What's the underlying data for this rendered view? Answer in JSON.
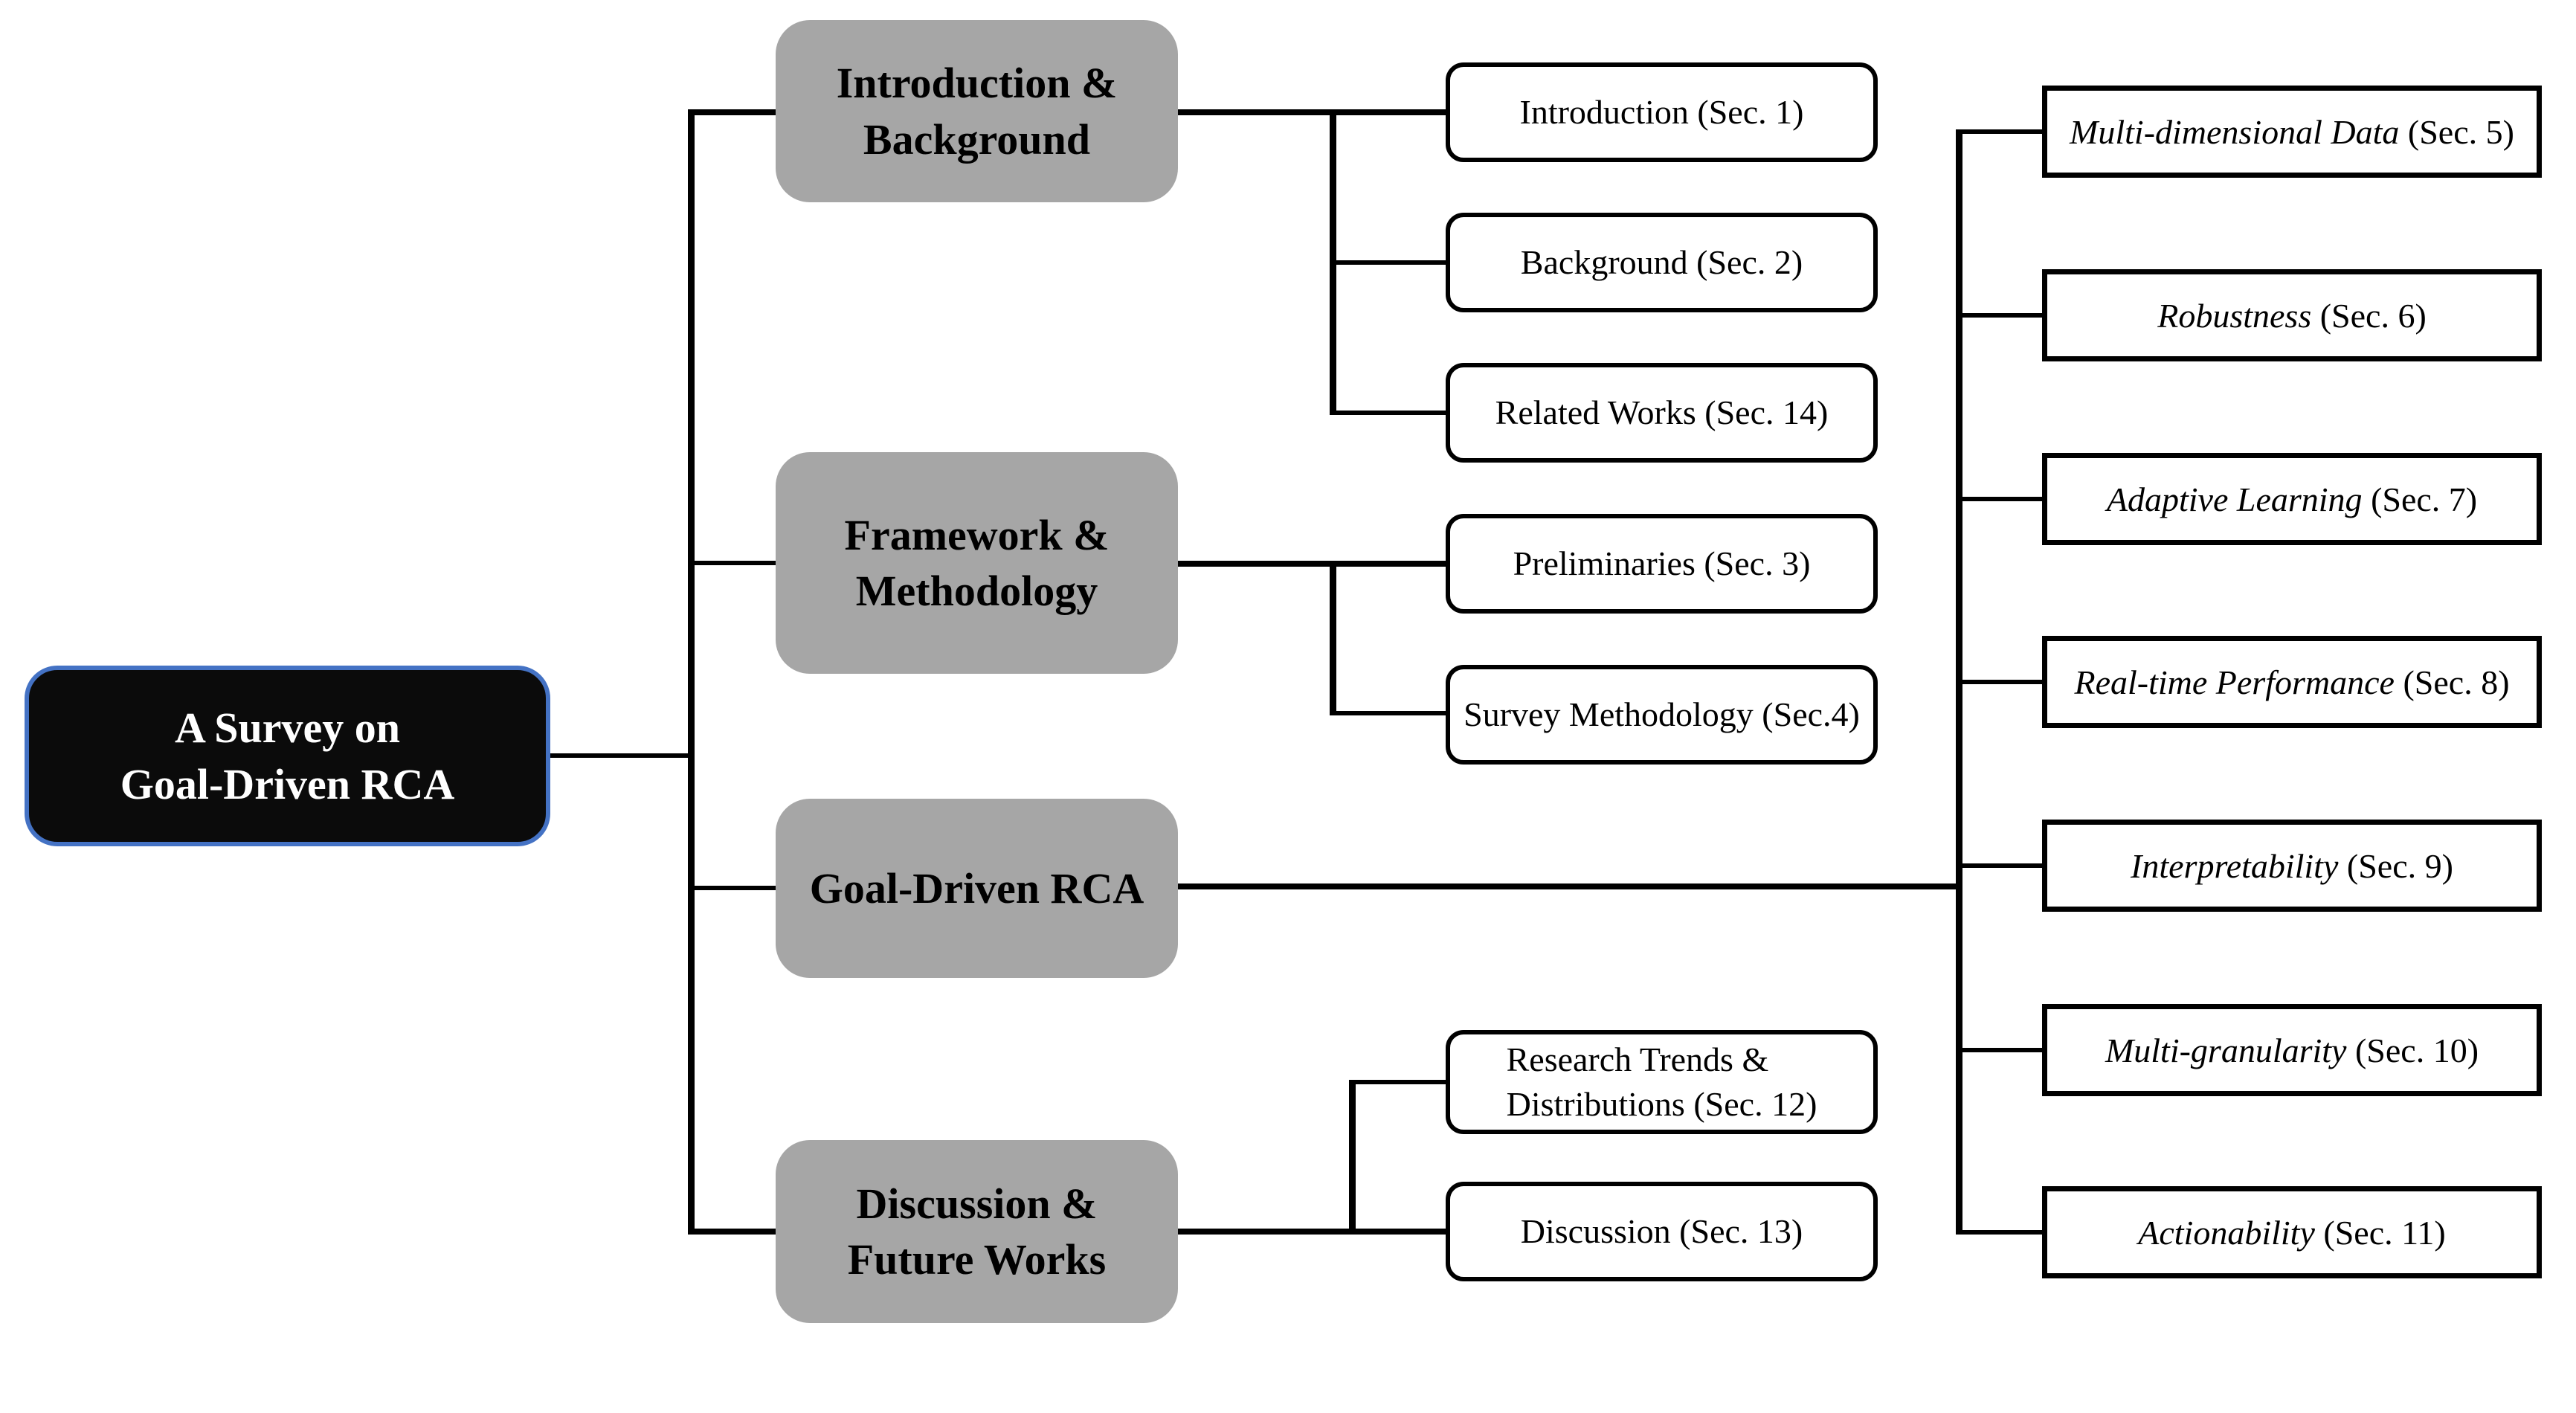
{
  "diagram": {
    "title_node": {
      "label": "A Survey on\nGoal-Driven RCA"
    },
    "categories": [
      {
        "label": "Introduction &\nBackground"
      },
      {
        "label": "Framework &\nMethodology"
      },
      {
        "label": "Goal-Driven RCA"
      },
      {
        "label": "Discussion &\nFuture Works"
      }
    ],
    "sections": [
      {
        "label": "Introduction (Sec. 1)"
      },
      {
        "label": "Background (Sec. 2)"
      },
      {
        "label": "Related Works (Sec. 14)"
      },
      {
        "label": "Preliminaries (Sec. 3)"
      },
      {
        "label": "Survey Methodology (Sec.4)"
      },
      {
        "label": "Research Trends &\nDistributions (Sec. 12)"
      },
      {
        "label": "Discussion (Sec. 13)"
      }
    ],
    "goals": [
      {
        "name": "Multi-dimensional Data",
        "sec": " (Sec. 5)"
      },
      {
        "name": "Robustness",
        "sec": " (Sec. 6)"
      },
      {
        "name": "Adaptive Learning",
        "sec": " (Sec. 7)"
      },
      {
        "name": "Real-time Performance",
        "sec": " (Sec. 8)"
      },
      {
        "name": "Interpretability",
        "sec": " (Sec. 9)"
      },
      {
        "name": "Multi-granularity",
        "sec": " (Sec. 10)"
      },
      {
        "name": "Actionability",
        "sec": " (Sec. 11)"
      }
    ],
    "colors": {
      "root_fill": "#0b0b0b",
      "root_border": "#4472C4",
      "category_fill": "#a6a6a6",
      "line": "#000000"
    }
  }
}
